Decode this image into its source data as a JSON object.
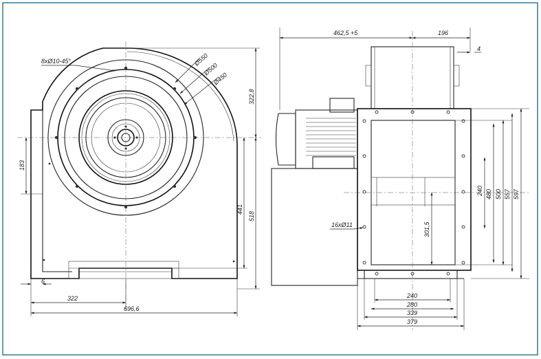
{
  "colors": {
    "border": "#2e6d86",
    "line": "#1a1a1a",
    "shade": "#dcdcdc",
    "motor": "#e6e6e6"
  },
  "left_view": {
    "holes_label": "8xØ10-45°",
    "dia_550": "Ø550",
    "dia_500": "Ø500",
    "dia_450": "Ø450",
    "dim_322_8": "322,8",
    "dim_183": "183",
    "dim_441": "441",
    "dim_518": "518",
    "dim_6": "6",
    "dim_322": "322",
    "dim_696_6": "696,6"
  },
  "right_view": {
    "dim_462_5": "462,5 +5",
    "dim_196": "196",
    "dim_4": "4",
    "holes_label": "16xØ11",
    "dim_301_5": "301,5",
    "dim_240v": "240",
    "dim_480": "480",
    "dim_500": "500",
    "dim_557": "557",
    "dim_597": "597",
    "dim_240h": "240",
    "dim_280": "280",
    "dim_339": "339",
    "dim_379": "379"
  }
}
